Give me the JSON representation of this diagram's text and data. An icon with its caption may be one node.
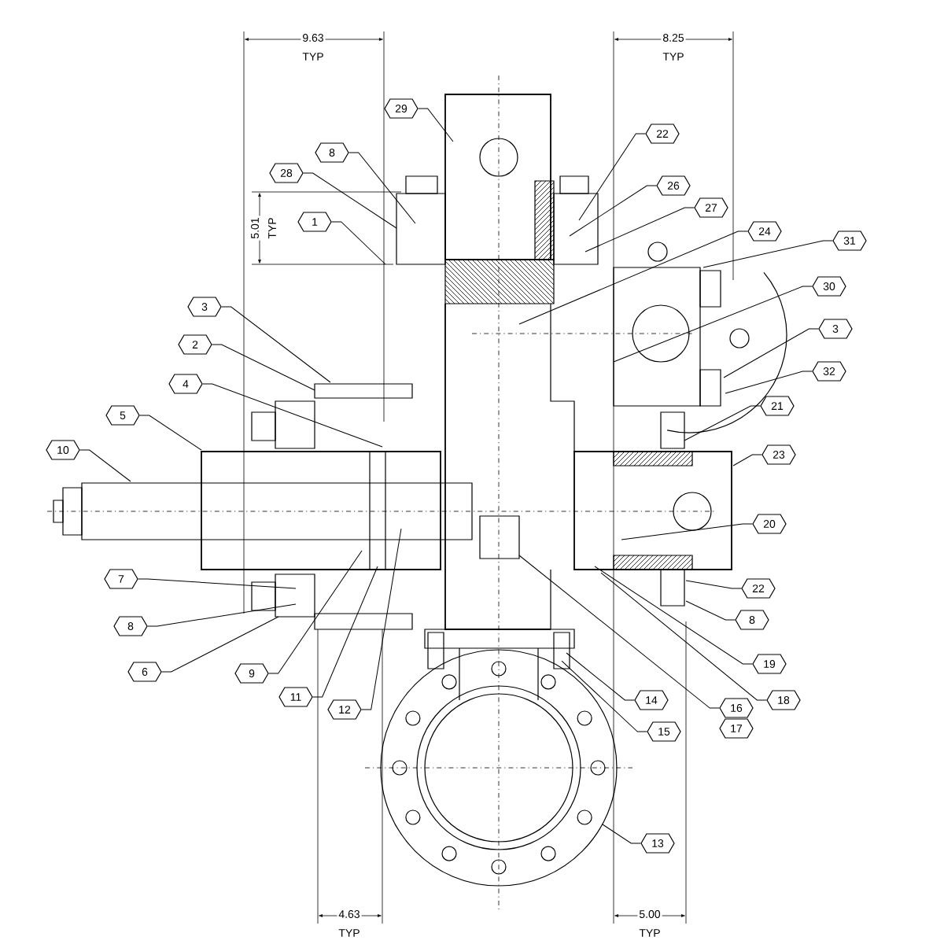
{
  "diagram": {
    "nodes": [
      {
        "text": [
          "29"
        ]
      },
      {
        "text": [
          "22"
        ]
      },
      {
        "text": [
          "8"
        ]
      },
      {
        "text": [
          "28"
        ]
      },
      {
        "text": [
          "26"
        ]
      },
      {
        "text": [
          "27"
        ]
      },
      {
        "text": [
          "1"
        ]
      },
      {
        "text": [
          "24"
        ]
      },
      {
        "text": [
          "31"
        ]
      },
      {
        "text": [
          "30"
        ]
      },
      {
        "text": [
          "3"
        ]
      },
      {
        "text": [
          "3"
        ]
      },
      {
        "text": [
          "2"
        ]
      },
      {
        "text": [
          "32"
        ]
      },
      {
        "text": [
          "4"
        ]
      },
      {
        "text": [
          "21"
        ]
      },
      {
        "text": [
          "5"
        ]
      },
      {
        "text": [
          "10"
        ]
      },
      {
        "text": [
          "23"
        ]
      },
      {
        "text": [
          "20"
        ]
      },
      {
        "text": [
          "7"
        ]
      },
      {
        "text": [
          "22"
        ]
      },
      {
        "text": [
          "8"
        ]
      },
      {
        "text": [
          "8"
        ]
      },
      {
        "text": [
          "19"
        ]
      },
      {
        "text": [
          "6"
        ]
      },
      {
        "text": [
          "9"
        ]
      },
      {
        "text": [
          "11"
        ]
      },
      {
        "text": [
          "14"
        ]
      },
      {
        "text": [
          "18"
        ]
      },
      {
        "text": [
          "16"
        ]
      },
      {
        "text": [
          "12"
        ]
      },
      {
        "text": [
          "17"
        ]
      },
      {
        "text": [
          "15"
        ]
      },
      {
        "text": [
          "13"
        ]
      }
    ],
    "edges": [
      {
        "from": 0,
        "to": null,
        "arrow": "none"
      },
      {
        "from": 1,
        "to": null,
        "arrow": "none"
      },
      {
        "from": 2,
        "to": null,
        "arrow": "none"
      },
      {
        "from": 3,
        "to": null,
        "arrow": "none"
      },
      {
        "from": 4,
        "to": null,
        "arrow": "none"
      },
      {
        "from": 5,
        "to": null,
        "arrow": "none"
      },
      {
        "from": 6,
        "to": null,
        "arrow": "none"
      },
      {
        "from": 7,
        "to": null,
        "arrow": "none"
      },
      {
        "from": 8,
        "to": null,
        "arrow": "none"
      },
      {
        "from": 9,
        "to": null,
        "arrow": "none"
      },
      {
        "from": 10,
        "to": null,
        "arrow": "none"
      },
      {
        "from": 11,
        "to": null,
        "arrow": "none"
      },
      {
        "from": 12,
        "to": null,
        "arrow": "none"
      },
      {
        "from": 13,
        "to": null,
        "arrow": "none"
      },
      {
        "from": 14,
        "to": null,
        "arrow": "none"
      },
      {
        "from": 15,
        "to": null,
        "arrow": "none"
      },
      {
        "from": 16,
        "to": null,
        "arrow": "none"
      },
      {
        "from": 17,
        "to": null,
        "arrow": "none"
      },
      {
        "from": 18,
        "to": null,
        "arrow": "none"
      },
      {
        "from": 19,
        "to": null,
        "arrow": "none"
      },
      {
        "from": 20,
        "to": null,
        "arrow": "none"
      },
      {
        "from": 21,
        "to": null,
        "arrow": "none"
      },
      {
        "from": 22,
        "to": null,
        "arrow": "none"
      },
      {
        "from": 23,
        "to": null,
        "arrow": "none"
      },
      {
        "from": 24,
        "to": null,
        "arrow": "none"
      },
      {
        "from": 25,
        "to": null,
        "arrow": "none"
      },
      {
        "from": 26,
        "to": null,
        "arrow": "none"
      },
      {
        "from": 27,
        "to": null,
        "arrow": "none"
      },
      {
        "from": 28,
        "to": null,
        "arrow": "none"
      },
      {
        "from": 29,
        "to": null,
        "arrow": "none"
      },
      {
        "from": 30,
        "to": null,
        "arrow": "none"
      },
      {
        "from": 31,
        "to": null,
        "arrow": "none"
      },
      {
        "from": 33,
        "to": null,
        "arrow": "none"
      },
      {
        "from": 34,
        "to": null,
        "arrow": "none"
      }
    ],
    "labels": [
      "9.63",
      "TYP",
      "8.25",
      "TYP",
      "5.01",
      "TYP",
      "4.63",
      "TYP",
      "5.00",
      "TYP"
    ]
  }
}
